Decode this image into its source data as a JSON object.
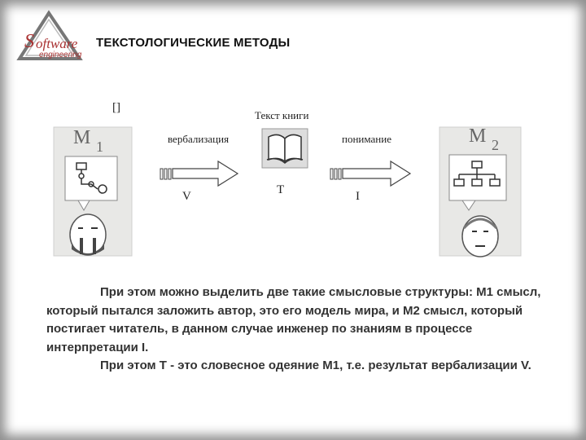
{
  "header": {
    "logo_line1": "oftware",
    "logo_line2": "engineering",
    "title": "ТЕКСТОЛОГИЧЕСКИЕ МЕТОДЫ"
  },
  "diagram": {
    "bracket_mark": "[]",
    "book_label": "Текст книги",
    "left_model": "M",
    "left_model_sub": "1",
    "right_model": "M",
    "right_model_sub": "2",
    "verbalization_label": "вербализация",
    "understanding_label": "понимание",
    "v_letter": "V",
    "t_letter": "T",
    "i_letter": "I"
  },
  "body": {
    "paragraph1": "При этом можно выделить две такие смысловые структуры: М1 смысл, который пытался заложить автор, это его модель мира, и М2 смысл, который постигает читатель, в данном случае инженер по знаниям в процессе интерпретации I.",
    "paragraph2": "При этом Т - это словесное одеяние М1, т.е. результат вербализации V."
  }
}
